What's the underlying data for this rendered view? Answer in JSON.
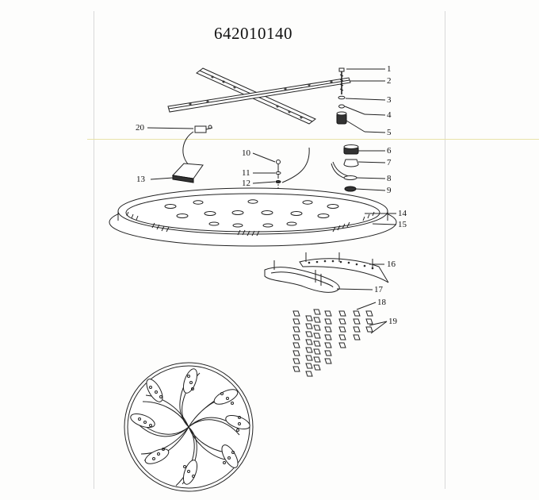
{
  "model_number": "642010140",
  "callouts": [
    {
      "number": "1"
    },
    {
      "number": "2"
    },
    {
      "number": "3"
    },
    {
      "number": "4"
    },
    {
      "number": "5"
    },
    {
      "number": "6"
    },
    {
      "number": "7"
    },
    {
      "number": "8"
    },
    {
      "number": "9"
    },
    {
      "number": "10"
    },
    {
      "number": "11"
    },
    {
      "number": "12"
    },
    {
      "number": "13"
    },
    {
      "number": "14"
    },
    {
      "number": "15"
    },
    {
      "number": "16"
    },
    {
      "number": "17"
    },
    {
      "number": "18"
    },
    {
      "number": "19"
    },
    {
      "number": "20"
    }
  ]
}
